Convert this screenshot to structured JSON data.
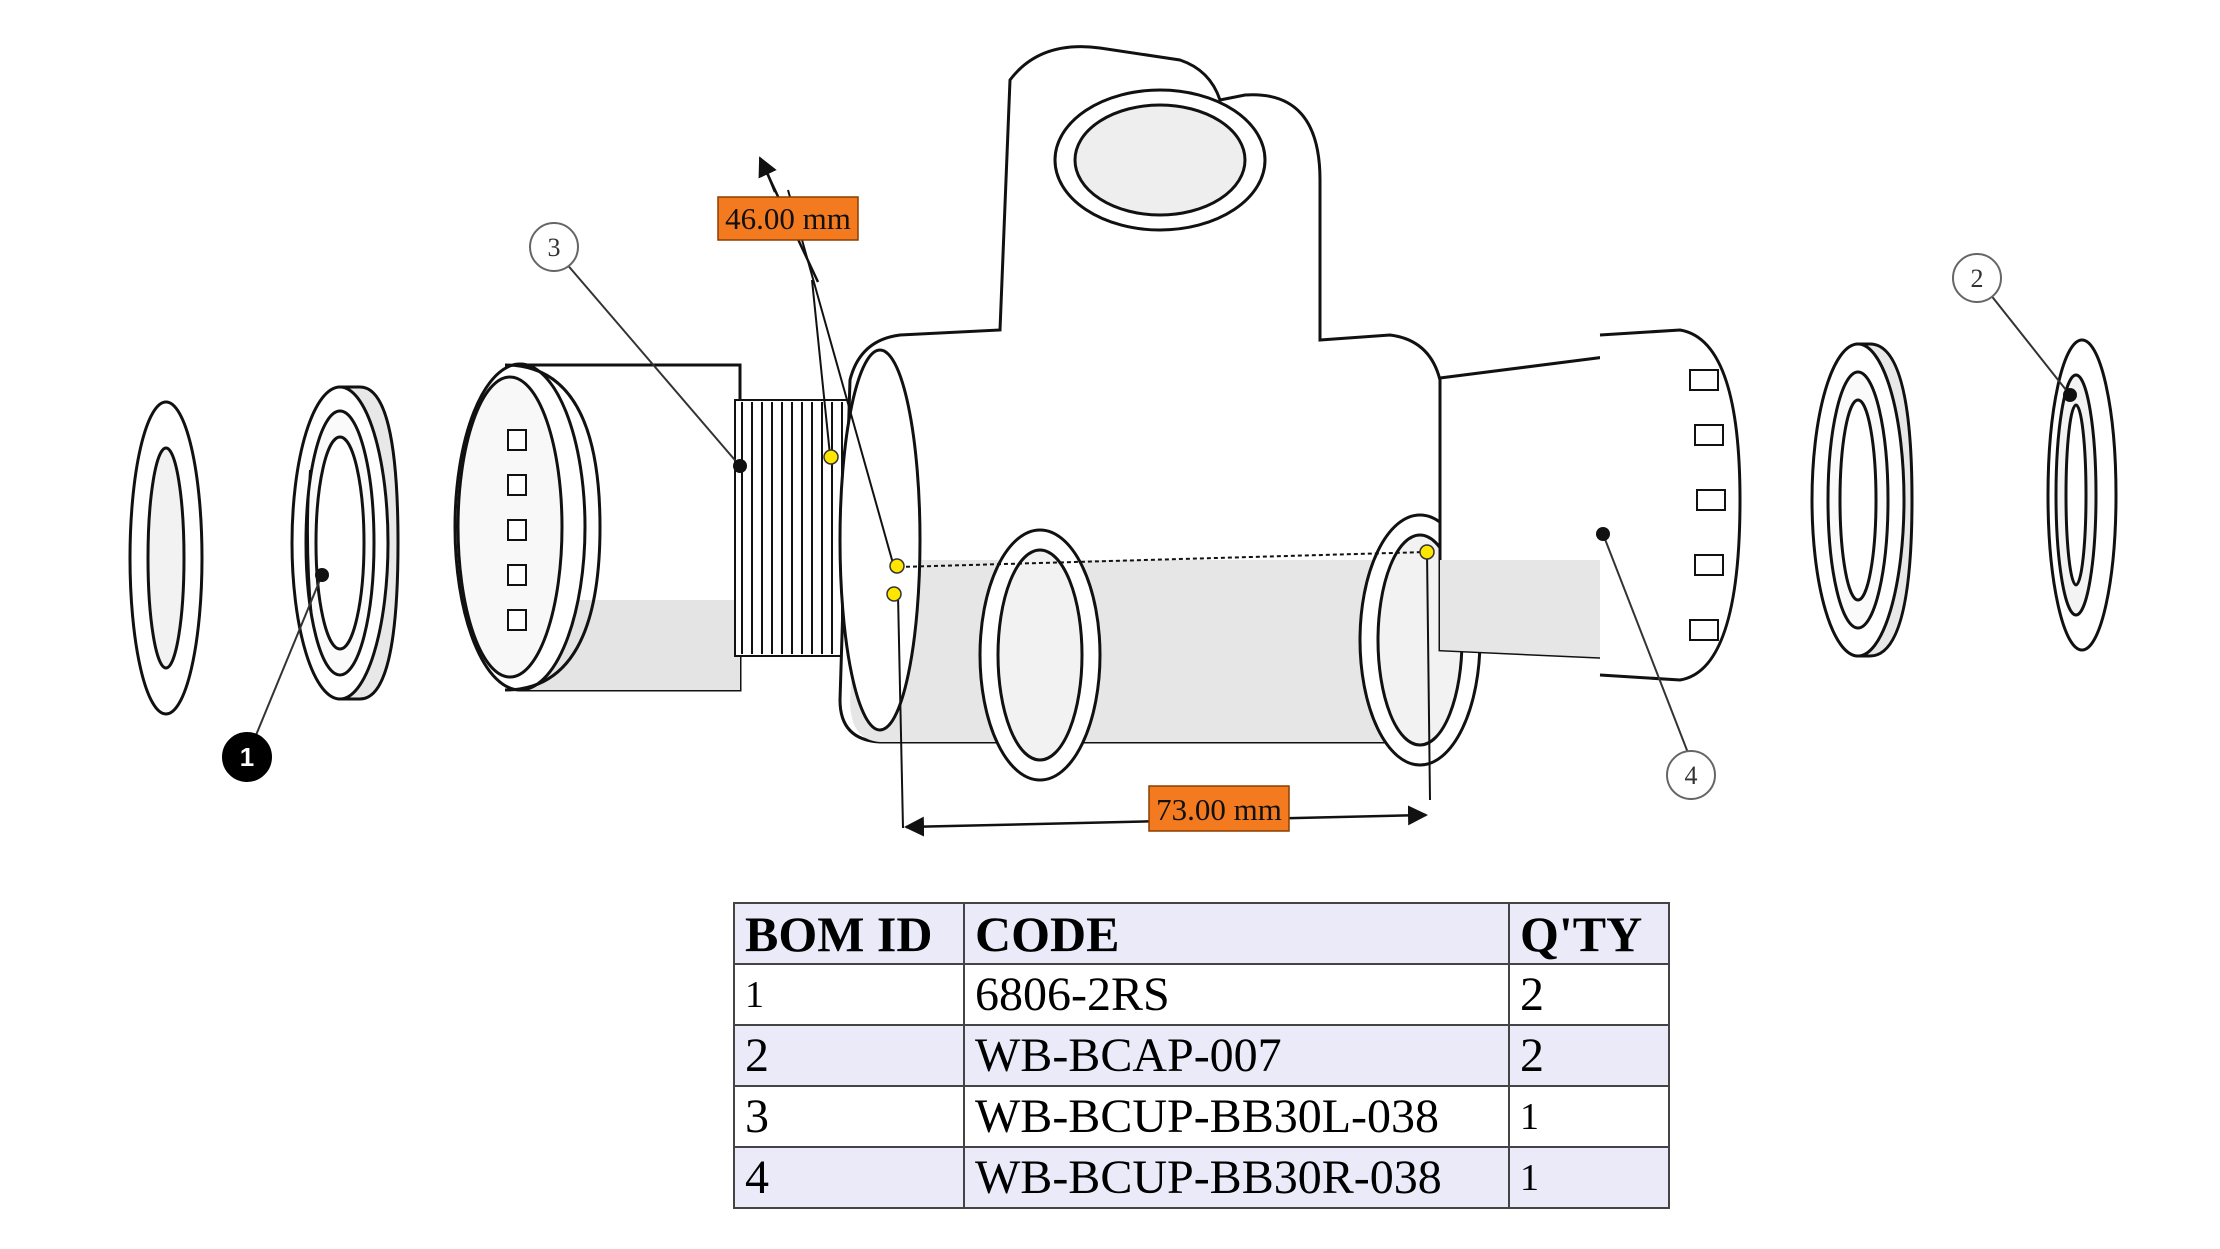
{
  "callouts": [
    "1",
    "2",
    "3",
    "4"
  ],
  "dimensions": {
    "depth": "46.00 mm",
    "width": "73.00 mm"
  },
  "colors": {
    "dimension_label": "#f47a20",
    "bom_row_tint": "#eaeaf9",
    "selected_callout": "#000000"
  },
  "bom": {
    "headers": [
      "BOM ID",
      "CODE",
      "Q'TY"
    ],
    "rows": [
      {
        "id": "1",
        "code": "6806-2RS",
        "qty": "2"
      },
      {
        "id": "2",
        "code": "WB-BCAP-007",
        "qty": "2"
      },
      {
        "id": "3",
        "code": "WB-BCUP-BB30L-038",
        "qty": "1"
      },
      {
        "id": "4",
        "code": "WB-BCUP-BB30R-038",
        "qty": "1"
      }
    ]
  }
}
